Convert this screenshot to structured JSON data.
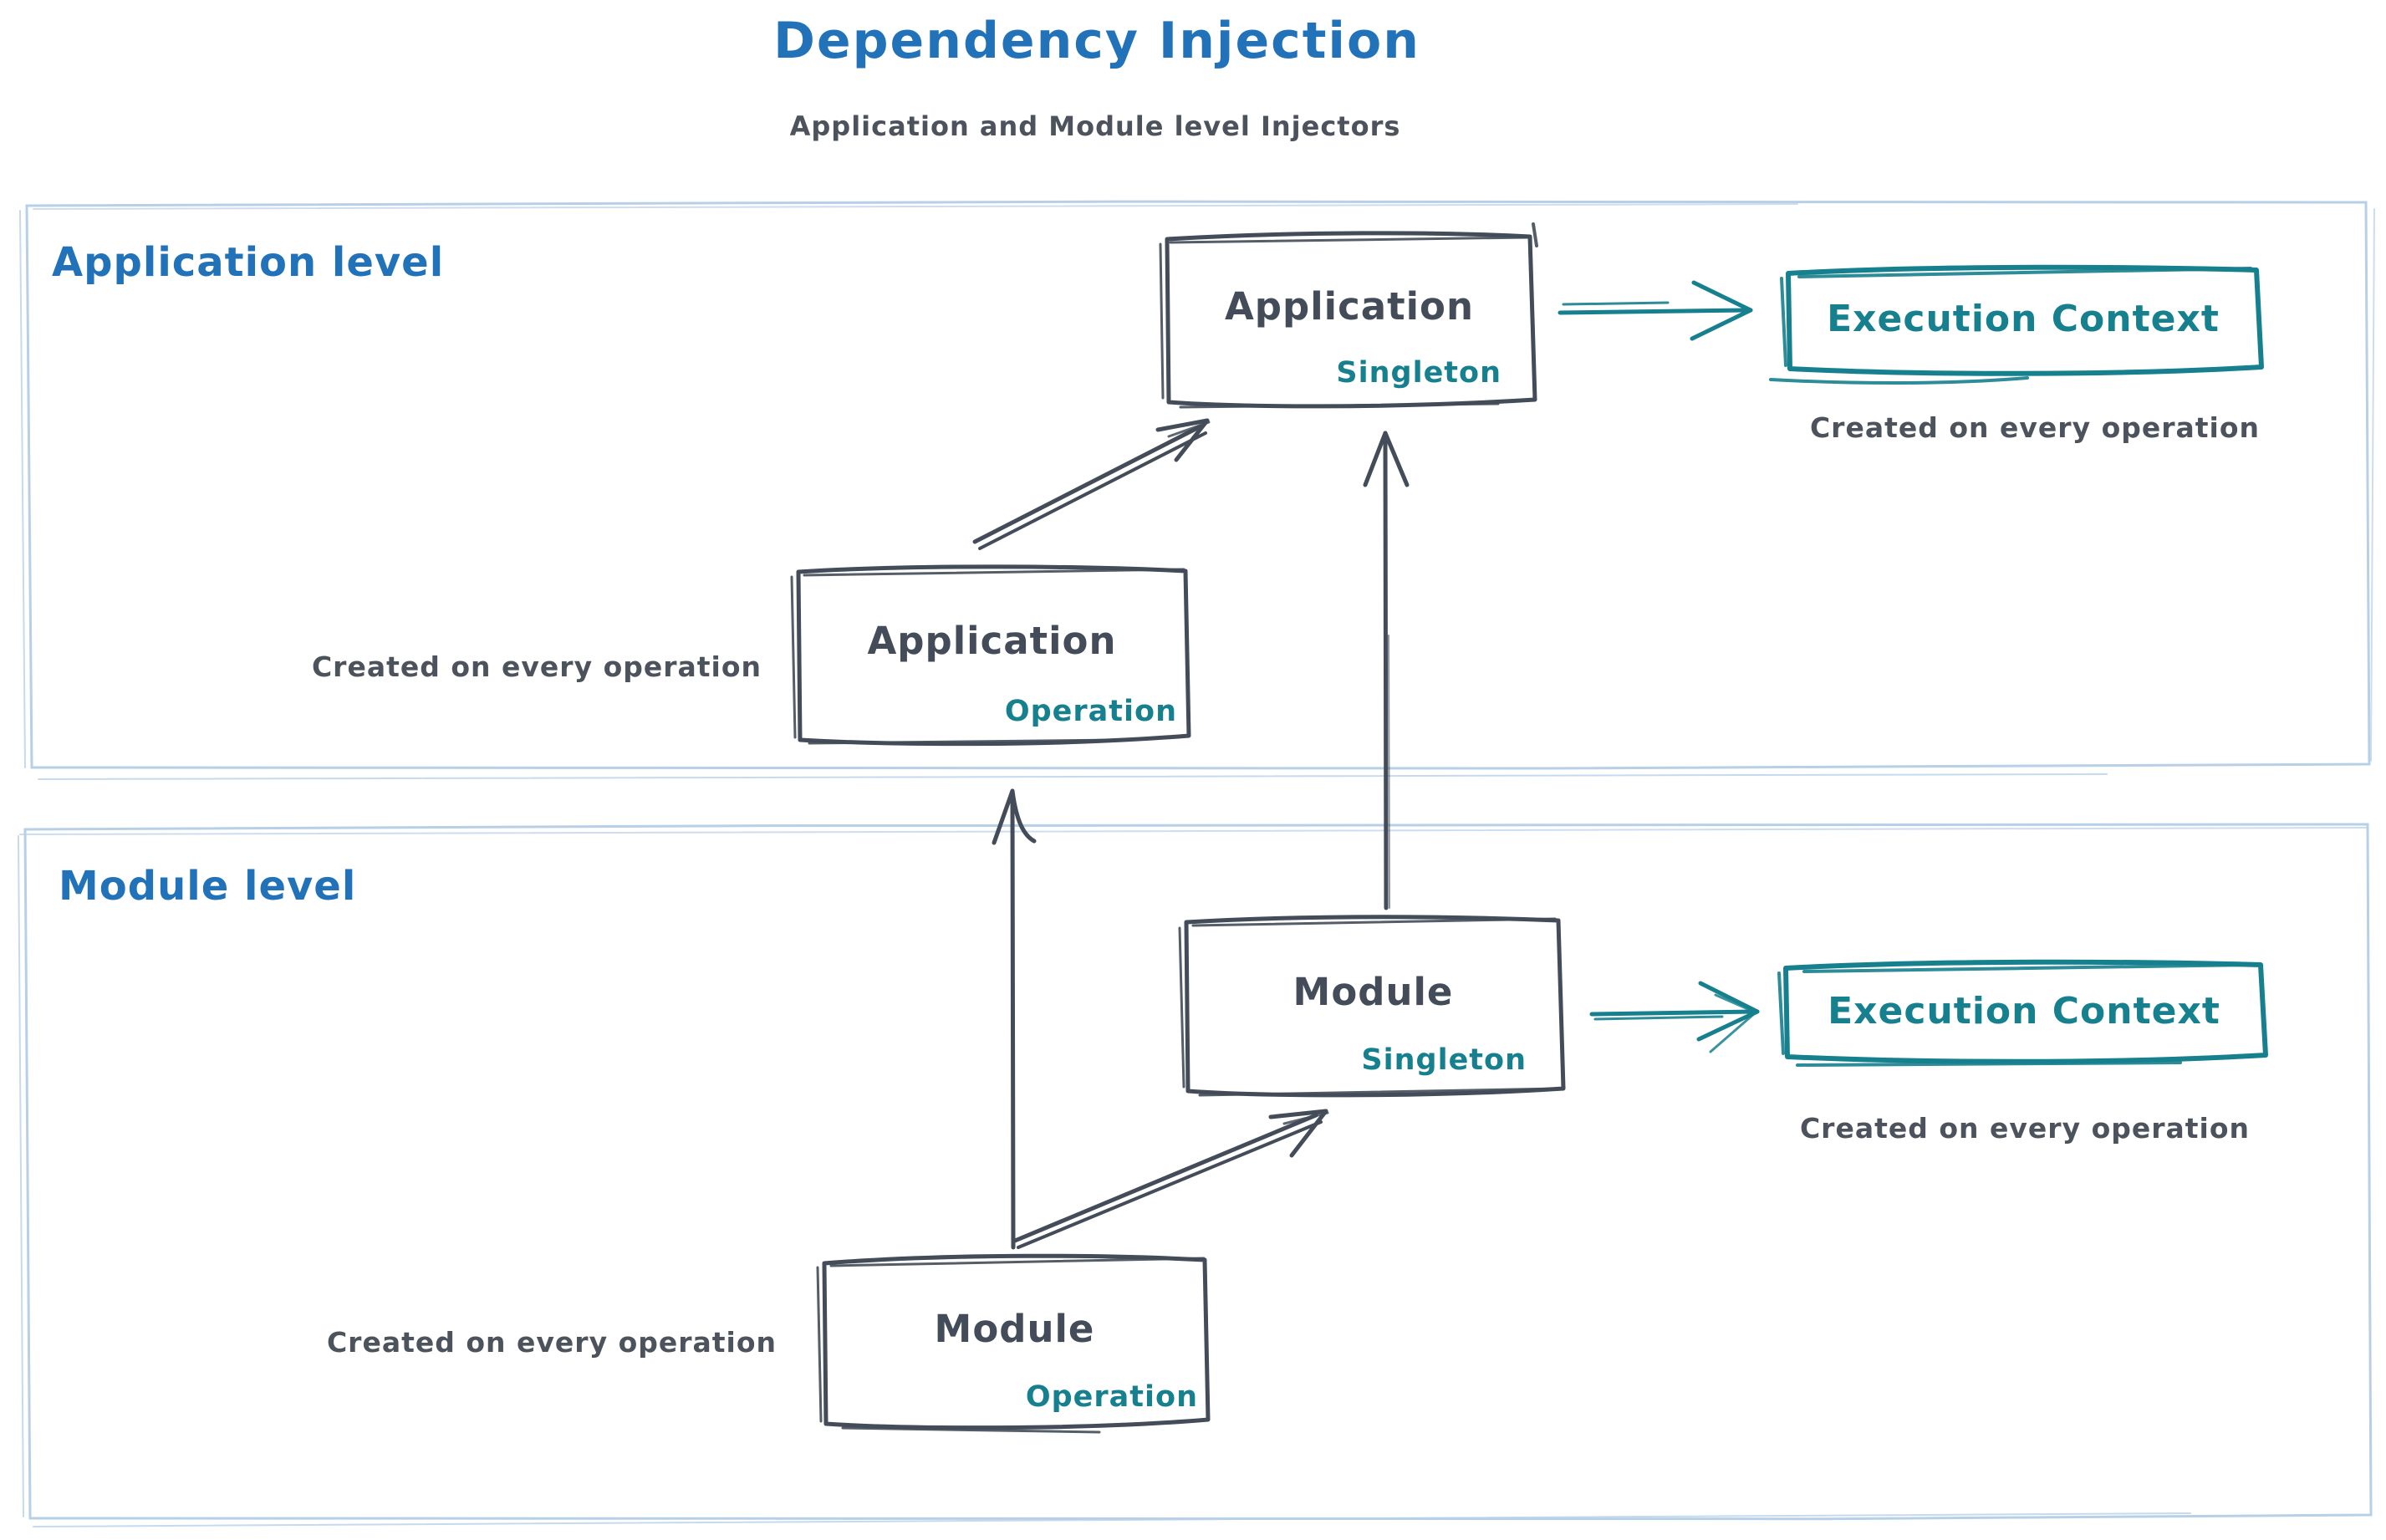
{
  "page": {
    "title": "Dependency Injection",
    "subtitle": "Application and Module level Injectors"
  },
  "colors": {
    "accent_blue": "#2272b9",
    "ink_dark": "#434c58",
    "teal": "#17808e",
    "section_frame": "#b8cfe8",
    "background": "#ffffff"
  },
  "sections": {
    "application": {
      "label": "Application level"
    },
    "module": {
      "label": "Module level"
    }
  },
  "boxes": {
    "app_singleton": {
      "title": "Application",
      "badge": "Singleton"
    },
    "app_execution_context": {
      "title": "Execution Context"
    },
    "app_operation": {
      "title": "Application",
      "badge": "Operation"
    },
    "module_singleton": {
      "title": "Module",
      "badge": "Singleton"
    },
    "module_execution_context": {
      "title": "Execution Context"
    },
    "module_operation": {
      "title": "Module",
      "badge": "Operation"
    }
  },
  "captions": {
    "app_operation": "Created on every operation",
    "app_execution_context": "Created on every operation",
    "module_operation": "Created on every operation",
    "module_execution_context": "Created on every operation"
  }
}
